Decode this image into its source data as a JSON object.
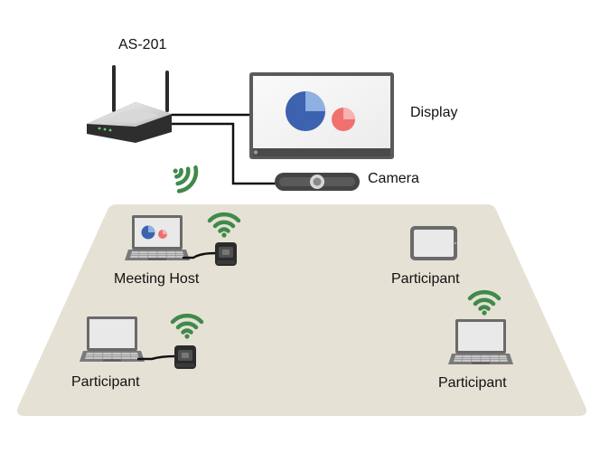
{
  "labels": {
    "device": "AS-201",
    "display": "Display",
    "camera": "Camera",
    "meeting_host": "Meeting Host",
    "participant_tablet": "Participant",
    "participant_left": "Participant",
    "participant_right": "Participant"
  },
  "icons": {
    "router": "wireless-router-icon",
    "display": "monitor-icon",
    "camera": "webcam-icon",
    "wifi": "wifi-icon",
    "laptop": "laptop-icon",
    "dongle": "usb-dongle-icon",
    "tablet": "tablet-icon",
    "pie": "pie-chart-icon"
  },
  "colors": {
    "room_floor": "#e6e1d5",
    "wifi": "#3f8a4a",
    "pie_blue": "#3c62b0",
    "pie_light_blue": "#8fb0e0",
    "pie_red": "#f07070",
    "pie_light_red": "#f8b2b2",
    "device_dark": "#2b2b2b",
    "screen_frame": "#5a5a5a",
    "cable": "#111111"
  }
}
